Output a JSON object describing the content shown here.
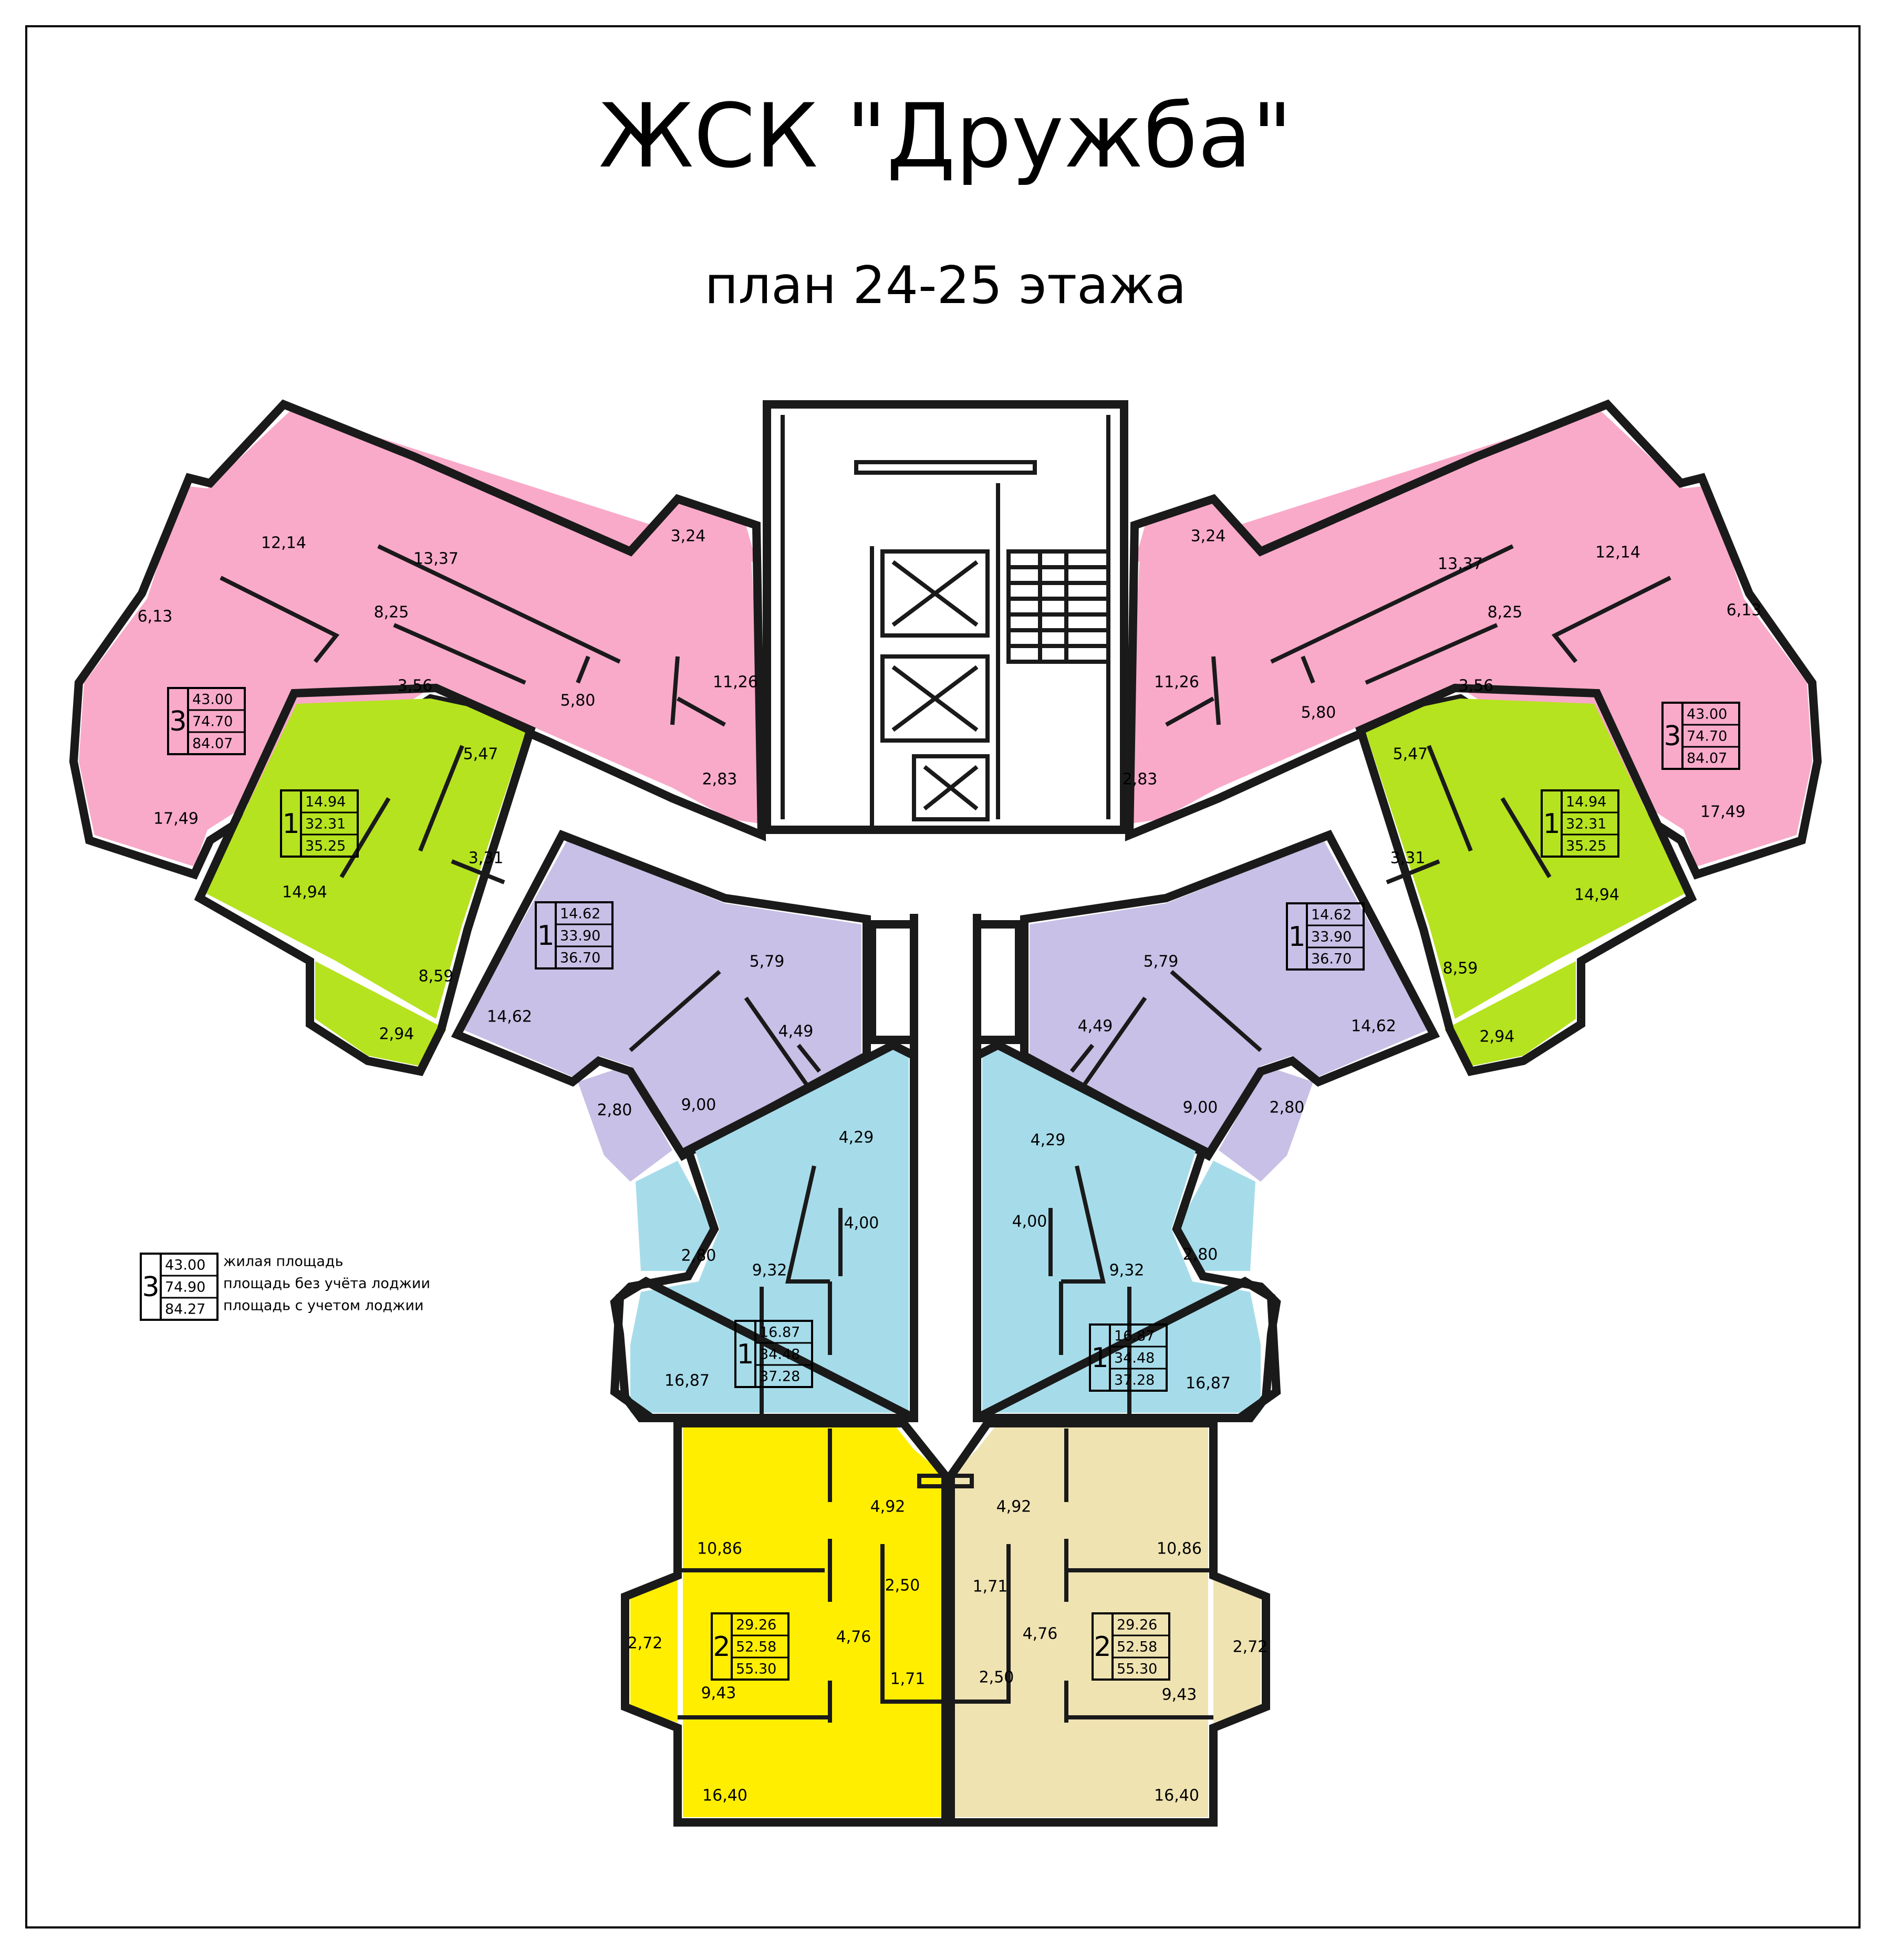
{
  "title": "ЖСК \"Дружба\"",
  "subtitle": "план 24-25 этажа",
  "colors": {
    "pink": "#f9aac9",
    "green": "#b5e31f",
    "lavender": "#c8c0e6",
    "blue": "#a6dcea",
    "yellow": "#ffee00",
    "beige": "#efe3b2"
  },
  "apartments": [
    {
      "id": "pink-left",
      "rooms": "3",
      "values": [
        "43.00",
        "74.70",
        "84.07"
      ]
    },
    {
      "id": "pink-right",
      "rooms": "3",
      "values": [
        "43.00",
        "74.70",
        "84.07"
      ]
    },
    {
      "id": "green-left",
      "rooms": "1",
      "values": [
        "14.94",
        "32.31",
        "35.25"
      ]
    },
    {
      "id": "green-right",
      "rooms": "1",
      "values": [
        "14.94",
        "32.31",
        "35.25"
      ]
    },
    {
      "id": "lavender-left",
      "rooms": "1",
      "values": [
        "14.62",
        "33.90",
        "36.70"
      ]
    },
    {
      "id": "lavender-right",
      "rooms": "1",
      "values": [
        "14.62",
        "33.90",
        "36.70"
      ]
    },
    {
      "id": "blue-left",
      "rooms": "1",
      "values": [
        "16.87",
        "34.48",
        "37.28"
      ]
    },
    {
      "id": "blue-right",
      "rooms": "1",
      "values": [
        "16.87",
        "34.48",
        "37.28"
      ]
    },
    {
      "id": "yellow-left",
      "rooms": "2",
      "values": [
        "29.26",
        "52.58",
        "55.30"
      ]
    },
    {
      "id": "beige-right",
      "rooms": "2",
      "values": [
        "29.26",
        "52.58",
        "55.30"
      ]
    }
  ],
  "legend": {
    "rooms": "3",
    "values": [
      "43.00",
      "74.90",
      "84.27"
    ],
    "labels": [
      "жилая площадь",
      "площадь без учёта лоджии",
      "площадь с учетом лоджии"
    ]
  },
  "room_labels": {
    "pl_1": "12,14",
    "pl_2": "13,37",
    "pl_3": "3,24",
    "pl_4": "6,13",
    "pl_5": "8,25",
    "pl_6": "11,26",
    "pl_7": "3,56",
    "pl_8": "5,80",
    "pl_9": "2,83",
    "pl_10": "17,49",
    "gl_1": "5,47",
    "gl_2": "3,31",
    "gl_3": "14,94",
    "gl_4": "8,59",
    "gl_5": "2,94",
    "ll_1": "5,79",
    "ll_2": "4,49",
    "ll_3": "14,62",
    "ll_4": "9,00",
    "ll_5": "2,80",
    "bl_1": "4,29",
    "bl_2": "4,00",
    "bl_3": "2,80",
    "bl_4": "9,32",
    "bl_5": "16,87",
    "yl_1": "4,92",
    "yl_2": "10,86",
    "yl_3": "2,50",
    "yl_4": "4,76",
    "yl_5": "2,72",
    "yl_6": "9,43",
    "yl_7": "1,71",
    "yl_8": "16,40",
    "pr_1": "3,24",
    "pr_2": "13,37",
    "pr_3": "12,14",
    "pr_4": "6,13",
    "pr_5": "8,25",
    "pr_6": "11,26",
    "pr_7": "5,80",
    "pr_8": "3,56",
    "pr_9": "2,83",
    "pr_10": "17,49",
    "gr_1": "5,47",
    "gr_2": "3,31",
    "gr_3": "14,94",
    "gr_4": "8,59",
    "gr_5": "2,94",
    "lr_1": "5,79",
    "lr_2": "4,49",
    "lr_3": "14,62",
    "lr_4": "9,00",
    "lr_5": "2,80",
    "br_1": "4,29",
    "br_2": "4,00",
    "br_3": "9,32",
    "br_4": "2,80",
    "br_5": "16,87",
    "er_1": "4,92",
    "er_2": "10,86",
    "er_3": "1,71",
    "er_4": "4,76",
    "er_5": "2,72",
    "er_6": "2,50",
    "er_7": "9,43",
    "er_8": "16,40"
  }
}
